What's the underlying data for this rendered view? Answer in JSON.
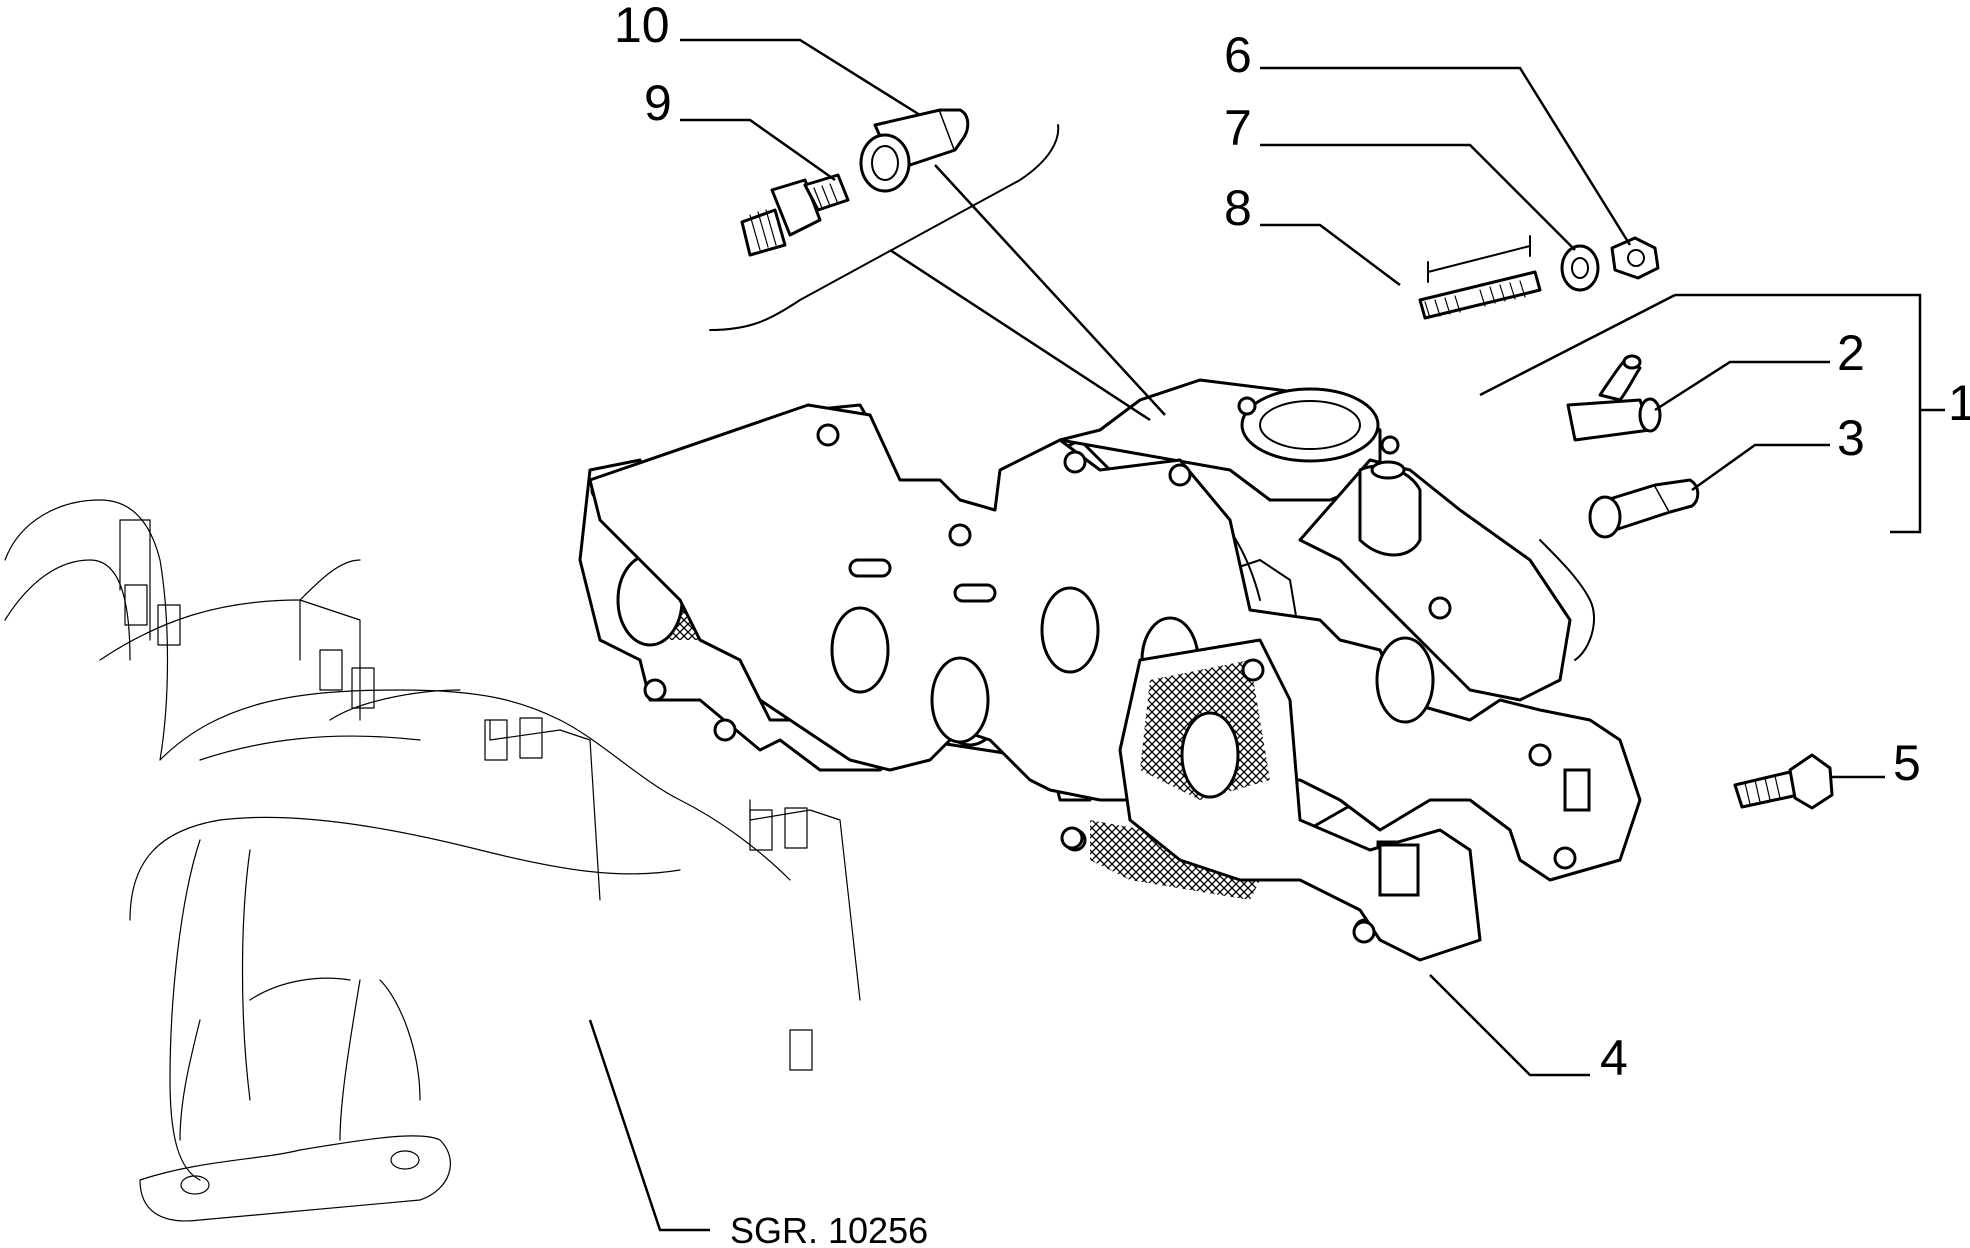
{
  "drawing_reference": "SGR. 10256",
  "callouts": {
    "c1": "1",
    "c2": "2",
    "c3": "3",
    "c4": "4",
    "c5": "5",
    "c6": "6",
    "c7": "7",
    "c8": "8",
    "c9": "9",
    "c10": "10"
  }
}
